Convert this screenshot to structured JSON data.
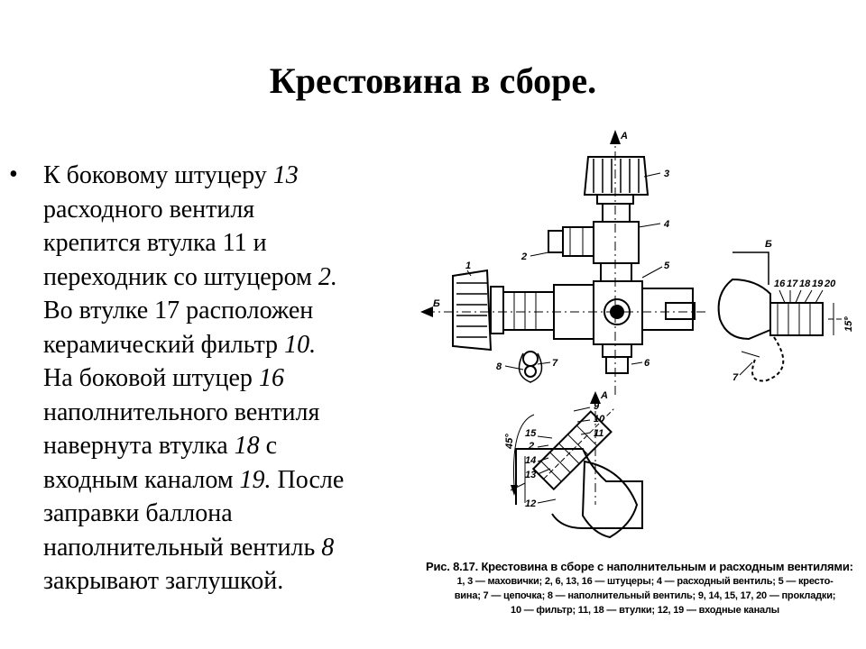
{
  "slide": {
    "title": "Крестовина в сборе.",
    "bullet_symbol": "•",
    "body_lines": [
      {
        "a": "К боковому штуцеру ",
        "b": "13"
      },
      {
        "a": "расходного  вентиля",
        "b": ""
      },
      {
        "a": "крепится втулка 11 и",
        "b": ""
      },
      {
        "a": "переходник со штуцером ",
        "b": "2."
      },
      {
        "a": "Во втулке 17 расположен",
        "b": ""
      },
      {
        "a": "керамический фильтр ",
        "b": "10."
      },
      {
        "a": "На боковой штуцер ",
        "b": "16"
      },
      {
        "a": "наполнительного вентиля",
        "b": ""
      },
      {
        "a": "навернута втулка ",
        "b": "18",
        "c": " с"
      },
      {
        "a": "входным каналом ",
        "b": "19.",
        "c": " После"
      },
      {
        "a": "заправки баллона",
        "b": ""
      },
      {
        "a": "наполнительный вентиль ",
        "b": "8"
      },
      {
        "a": "закрывают заглушкой.",
        "b": ""
      }
    ]
  },
  "figure": {
    "labels": {
      "l3": "3",
      "l4": "4",
      "l5": "5",
      "l2": "2",
      "l1": "1",
      "l8": "8",
      "l7": "7",
      "l6": "6",
      "A_top": "A",
      "B_left": "Б",
      "B_view": "Б",
      "v16": "16",
      "v17": "17",
      "v18": "18",
      "v19": "19",
      "v20": "20",
      "v7": "7",
      "v15deg": "15°",
      "A_view": "A",
      "s9": "9",
      "s10": "10",
      "s11": "11",
      "s15": "15",
      "s2": "2",
      "s14": "14",
      "s13": "13",
      "s12": "12",
      "s45": "45°"
    },
    "caption_title": "Рис. 8.17. Крестовина в сборе с наполнительным и расходным вентилями:",
    "caption_lines": [
      "1, 3 — маховички; 2, 6, 13, 16 — штуцеры; 4 — расходный вентиль; 5 — кресто-",
      "вина; 7 — цепочка; 8 — наполнительный вентиль; 9, 14, 15, 17, 20 — прокладки;",
      "10 — фильтр; 11, 18 — втулки; 12, 19 — входные каналы"
    ]
  }
}
